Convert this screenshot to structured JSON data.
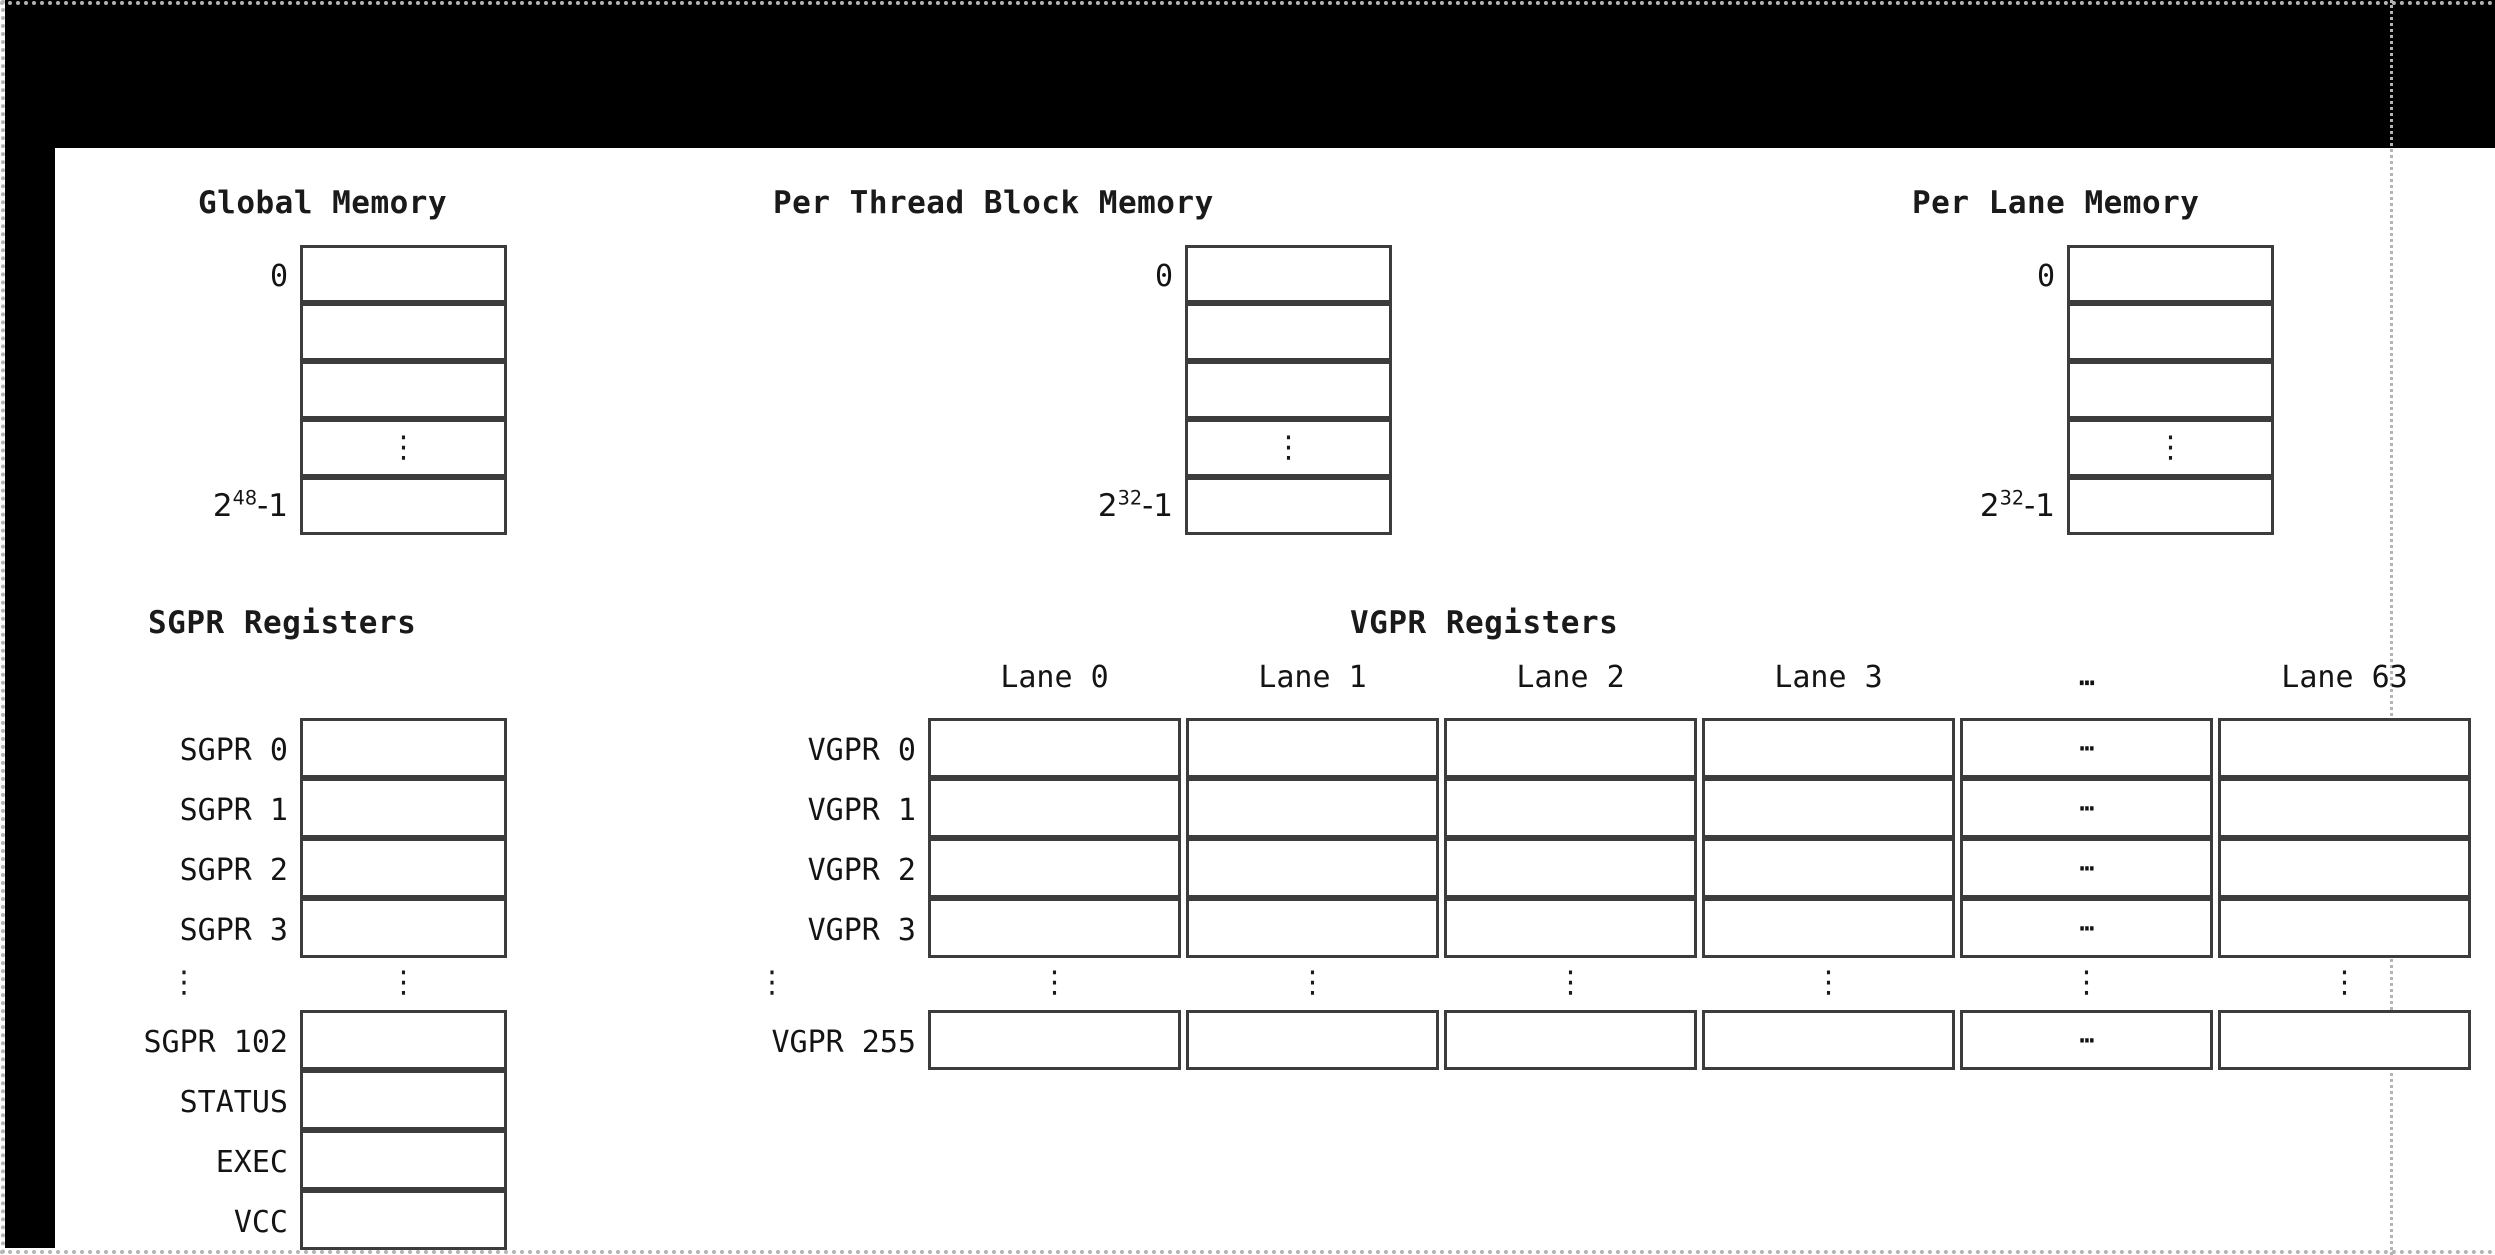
{
  "memory_panels": [
    {
      "title": "Global Memory",
      "start_label": "0",
      "end_label_base": "2",
      "end_label_exp": "48",
      "end_label_tail": "-1",
      "rows": [
        "",
        "",
        "",
        "⋮",
        ""
      ]
    },
    {
      "title": "Per Thread Block Memory",
      "start_label": "0",
      "end_label_base": "2",
      "end_label_exp": "32",
      "end_label_tail": "-1",
      "rows": [
        "",
        "",
        "",
        "⋮",
        ""
      ]
    },
    {
      "title": "Per Lane Memory",
      "start_label": "0",
      "end_label_base": "2",
      "end_label_exp": "32",
      "end_label_tail": "-1",
      "rows": [
        "",
        "",
        "",
        "⋮",
        ""
      ]
    }
  ],
  "sgpr": {
    "title": "SGPR Registers",
    "rows": [
      {
        "label": "SGPR 0",
        "kind": "cell"
      },
      {
        "label": "SGPR 1",
        "kind": "cell"
      },
      {
        "label": "SGPR 2",
        "kind": "cell"
      },
      {
        "label": "SGPR 3",
        "kind": "cell"
      },
      {
        "label": "⋮",
        "kind": "dots"
      },
      {
        "label": "SGPR 102",
        "kind": "cell"
      },
      {
        "label": "STATUS",
        "kind": "cell"
      },
      {
        "label": "EXEC",
        "kind": "cell"
      },
      {
        "label": "VCC",
        "kind": "cell"
      }
    ]
  },
  "vgpr": {
    "title": "VGPR Registers",
    "columns": [
      "Lane 0",
      "Lane 1",
      "Lane 2",
      "Lane 3",
      "⋯",
      "Lane 63"
    ],
    "ellipsis_column_index": 4,
    "rows": [
      {
        "label": "VGPR 0",
        "kind": "cell",
        "cells": [
          "",
          "",
          "",
          "",
          "⋯",
          ""
        ]
      },
      {
        "label": "VGPR 1",
        "kind": "cell",
        "cells": [
          "",
          "",
          "",
          "",
          "⋯",
          ""
        ]
      },
      {
        "label": "VGPR 2",
        "kind": "cell",
        "cells": [
          "",
          "",
          "",
          "",
          "⋯",
          ""
        ]
      },
      {
        "label": "VGPR 3",
        "kind": "cell",
        "cells": [
          "",
          "",
          "",
          "",
          "⋯",
          ""
        ]
      },
      {
        "label": "⋮",
        "kind": "dots",
        "cells": [
          "⋮",
          "⋮",
          "⋮",
          "⋮",
          "⋮",
          "⋮"
        ]
      },
      {
        "label": "VGPR 255",
        "kind": "cell",
        "cells": [
          "",
          "",
          "",
          "",
          "⋯",
          ""
        ]
      }
    ]
  },
  "colors": {
    "chrome": "#000000",
    "page": "#ffffff",
    "cell_border": "#3c3c3c",
    "text": "#141414",
    "guide": "#b4b4b4"
  }
}
